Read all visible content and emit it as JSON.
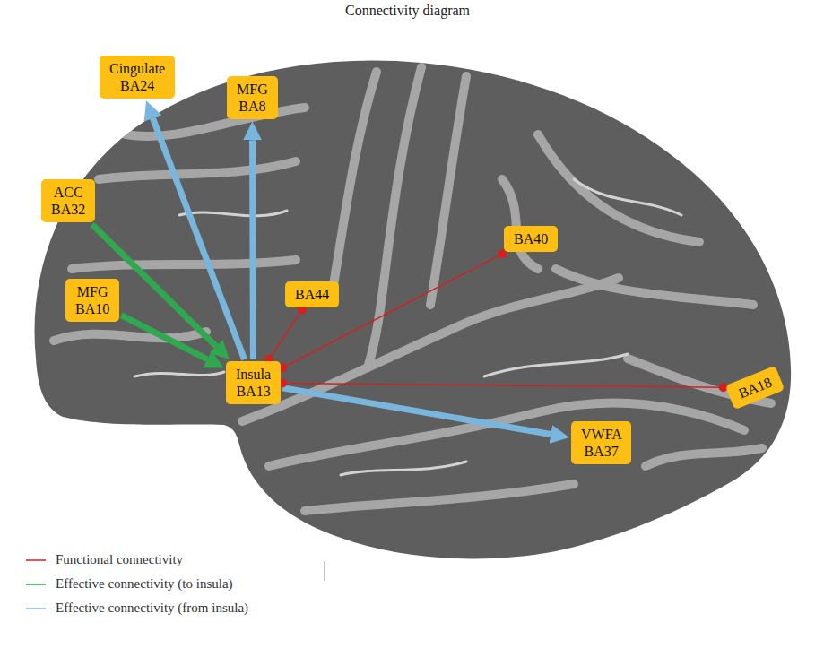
{
  "diagram": {
    "title": "Connectivity diagram",
    "nodes": [
      {
        "text": [
          "Cingulate BA24"
        ]
      },
      {
        "text": [
          "MFG BA8"
        ]
      },
      {
        "text": [
          "ACC BA32"
        ]
      },
      {
        "text": [
          "BA40"
        ]
      },
      {
        "text": [
          "BA44"
        ]
      },
      {
        "text": [
          "MFG BA10"
        ]
      },
      {
        "text": [
          "Insula BA13"
        ]
      },
      {
        "text": [
          "BA18"
        ]
      },
      {
        "text": [
          "VWFA BA37"
        ]
      }
    ],
    "edges": [
      {
        "from": 6,
        "to": 0,
        "arrow": "to"
      },
      {
        "from": 6,
        "to": 1,
        "arrow": "to"
      },
      {
        "from": 2,
        "to": 6,
        "arrow": "to"
      },
      {
        "from": 5,
        "to": 6,
        "arrow": "to"
      },
      {
        "from": 6,
        "to": 4,
        "arrow": "none"
      },
      {
        "from": 6,
        "to": 3,
        "arrow": "none"
      },
      {
        "from": 6,
        "to": 7,
        "arrow": "none"
      },
      {
        "from": 6,
        "to": 8,
        "arrow": "to"
      }
    ],
    "legend": [
      {
        "text": "Functional connectivity"
      },
      {
        "text": "Effective connectivity (to insula)"
      },
      {
        "text": "Effective connectivity (from insula)"
      }
    ]
  }
}
